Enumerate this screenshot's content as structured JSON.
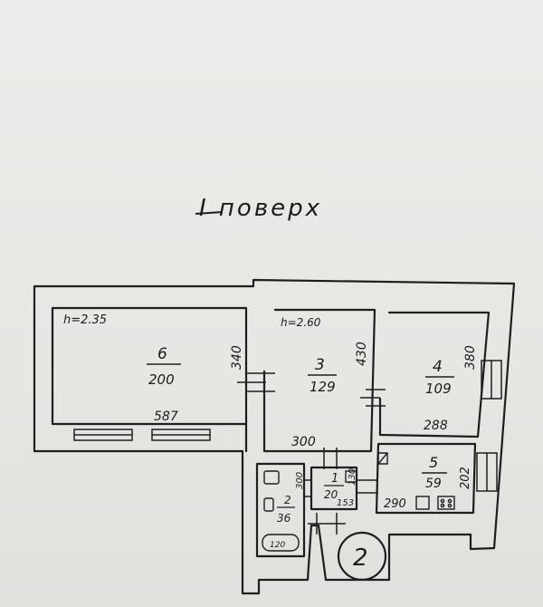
{
  "floor_title": "I поверх",
  "flat_number": "2",
  "ceiling_heights": {
    "room6": "h=2.35",
    "room3": "h=2.60"
  },
  "rooms": [
    {
      "id": "6",
      "area": "200",
      "width": "587",
      "depth": "340"
    },
    {
      "id": "3",
      "area": "129",
      "width": "300",
      "depth": "430"
    },
    {
      "id": "4",
      "area": "109",
      "width": "288",
      "depth": "380"
    },
    {
      "id": "5",
      "area": "59",
      "width": "290",
      "depth": "202"
    },
    {
      "id": "1",
      "area": "20",
      "width": "153",
      "depth": "130"
    },
    {
      "id": "2",
      "area": "36",
      "width": "120",
      "depth": "300"
    }
  ]
}
